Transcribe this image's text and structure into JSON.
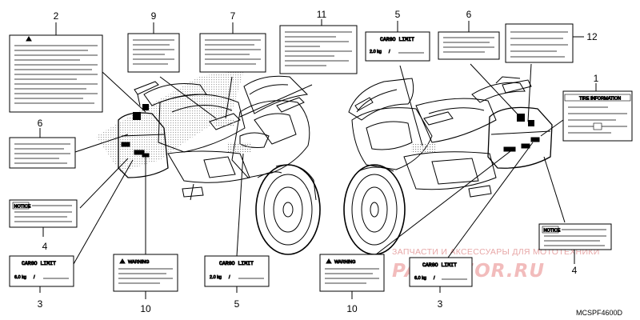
{
  "diagram": {
    "part_code": "MCSPF4600D",
    "callouts": [
      "1",
      "2",
      "3",
      "3",
      "4",
      "4",
      "5",
      "5",
      "6",
      "6",
      "7",
      "9",
      "10",
      "10",
      "11",
      "12"
    ],
    "label_texts": {
      "cargo_limit": "CARGO LIMIT",
      "weight_2kg": "2.0 kg",
      "weight_6kg": "6.0 kg",
      "slash": "/",
      "warning": "WARNING",
      "notice": "NOTICE",
      "tire_information": "TIRE INFORMATION"
    },
    "icons": [
      "warning-triangle-icon",
      "notice-tag-icon",
      "motorcycle-illustration"
    ]
  },
  "watermark": {
    "line1": "ЗАПЧАСТИ И АКСЕССУАРЫ ДЛЯ МОТОТЕХНИКИ",
    "line2": "PARTSFOR.RU",
    "color": "#f2bcbc"
  }
}
